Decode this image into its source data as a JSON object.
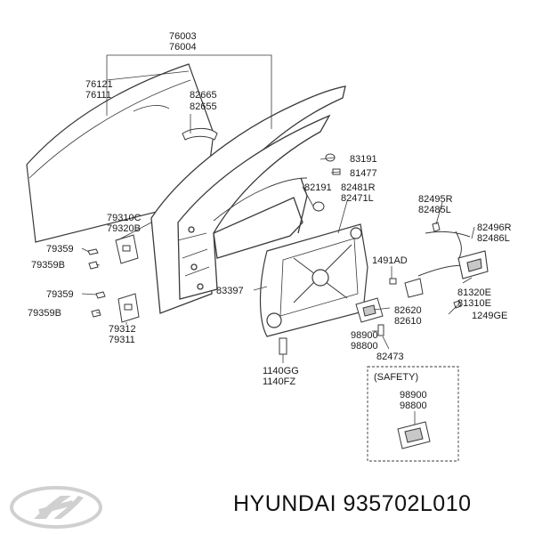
{
  "colors": {
    "line": "#3a3a3a",
    "part_fill": "#ffffff",
    "shade": "#c8c8c8",
    "text": "#1a1a1a",
    "logo": "#d0d0d0"
  },
  "labels": {
    "door_outer_a": "76003",
    "door_outer_b": "76004",
    "skin_a": "76121",
    "skin_b": "76111",
    "handle_a": "82665",
    "handle_b": "82655",
    "plug_a": "83191",
    "plug_b": "81477",
    "grommet": "82191",
    "seal_a": "82481R",
    "seal_b": "82471L",
    "hinge_up_a": "79310C",
    "hinge_up_b": "79320B",
    "bolt_up_a": "79359",
    "bolt_up_b": "79359B",
    "bolt_lo_a": "79359",
    "bolt_lo_b": "79359B",
    "hinge_lo_a": "79312",
    "hinge_lo_b": "79311",
    "film": "83397",
    "striker": "1491AD",
    "rod_a": "82495R",
    "rod_b": "82485L",
    "rod_c": "82496R",
    "rod_d": "82486L",
    "latch_a": "81320E",
    "latch_b": "81310E",
    "screw": "1249GE",
    "act_a": "82620",
    "act_b": "82610",
    "motor_a": "98900",
    "motor_b": "98800",
    "bolt_82473": "82473",
    "bolt_bot_a": "1140GG",
    "bolt_bot_b": "1140FZ",
    "safety_title": "(SAFETY)",
    "safety_a": "98900",
    "safety_b": "98800"
  },
  "brand": {
    "text": "HYUNDAI 935702L010",
    "logo": "hyundai-logo-icon"
  }
}
